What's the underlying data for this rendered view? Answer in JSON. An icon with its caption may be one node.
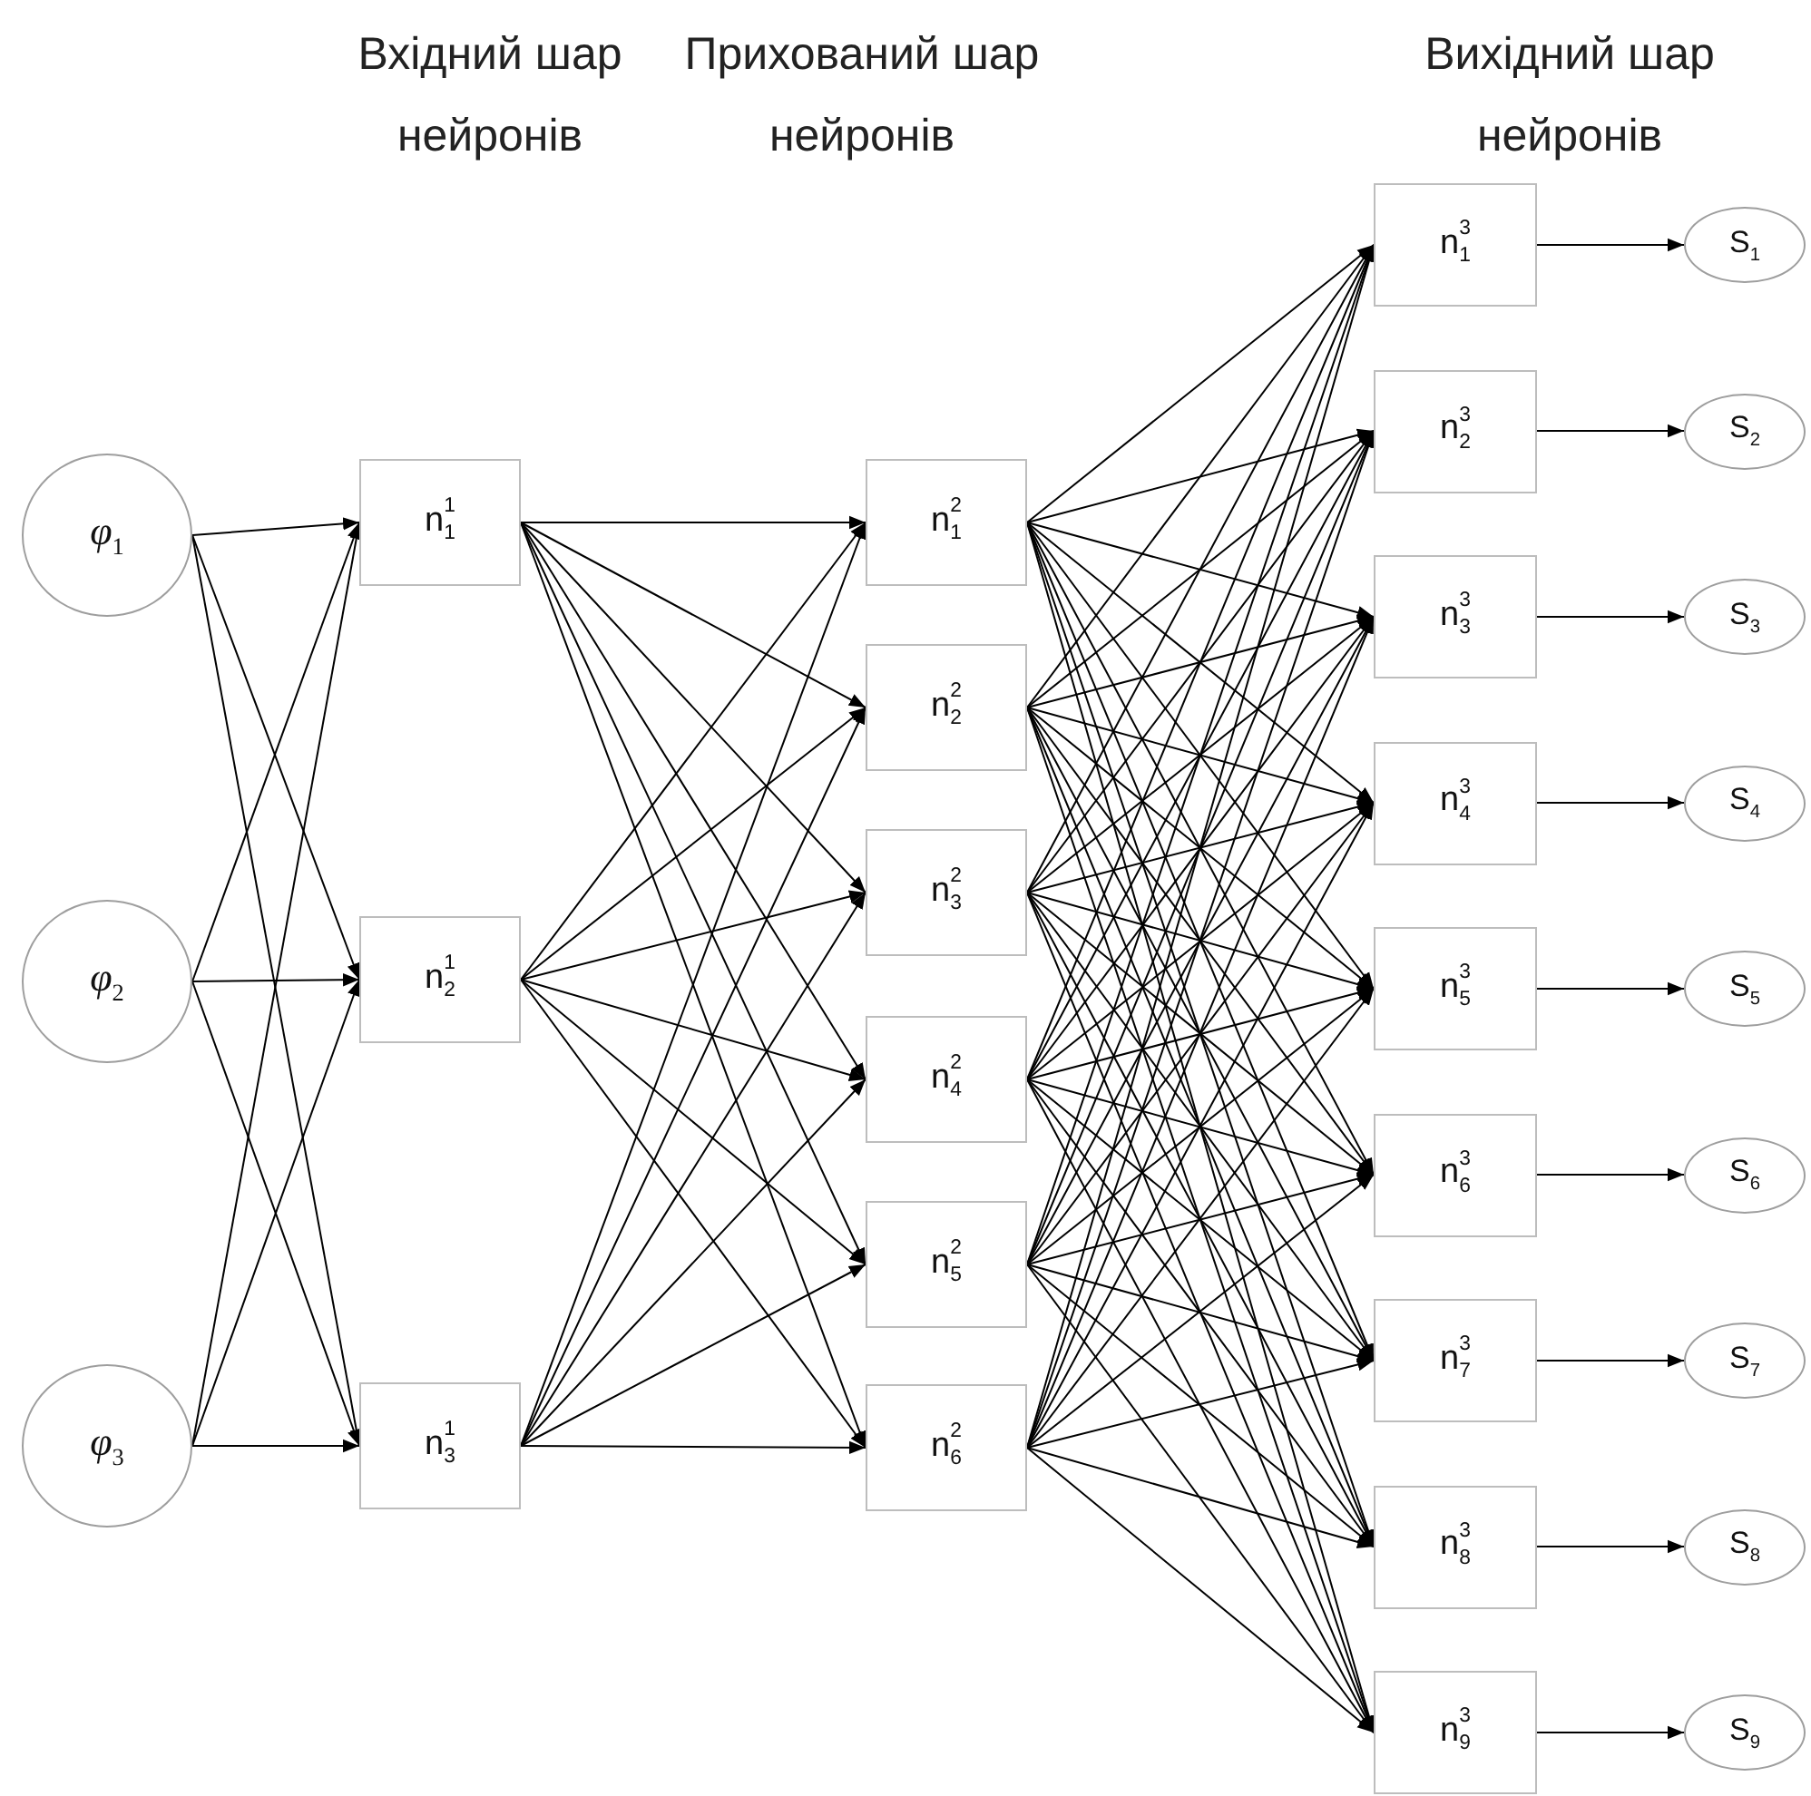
{
  "diagram": {
    "nodes": [
      {
        "text": [
          "φ$_{1}$"
        ]
      },
      {
        "text": [
          "φ$_{2}$"
        ]
      },
      {
        "text": [
          "φ$_{3}$"
        ]
      },
      {
        "text": [
          "n$^{1}$$_{1}$"
        ]
      },
      {
        "text": [
          "n$^{1}$$_{2}$"
        ]
      },
      {
        "text": [
          "n$^{1}$$_{3}$"
        ]
      },
      {
        "text": [
          "n$^{2}$$_{1}$"
        ]
      },
      {
        "text": [
          "n$^{2}$$_{2}$"
        ]
      },
      {
        "text": [
          "n$^{2}$$_{3}$"
        ]
      },
      {
        "text": [
          "n$^{2}$$_{4}$"
        ]
      },
      {
        "text": [
          "n$^{2}$$_{5}$"
        ]
      },
      {
        "text": [
          "n$^{2}$$_{6}$"
        ]
      },
      {
        "text": [
          "n$^{3}$$_{1}$"
        ]
      },
      {
        "text": [
          "n$^{3}$$_{2}$"
        ]
      },
      {
        "text": [
          "n$^{3}$$_{3}$"
        ]
      },
      {
        "text": [
          "n$^{3}$$_{4}$"
        ]
      },
      {
        "text": [
          "n$^{3}$$_{5}$"
        ]
      },
      {
        "text": [
          "n$^{3}$$_{6}$"
        ]
      },
      {
        "text": [
          "n$^{3}$$_{7}$"
        ]
      },
      {
        "text": [
          "n$^{3}$$_{8}$"
        ]
      },
      {
        "text": [
          "n$^{3}$$_{9}$"
        ]
      },
      {
        "text": [
          "S$_{1}$"
        ]
      },
      {
        "text": [
          "S$_{2}$"
        ]
      },
      {
        "text": [
          "S$_{3}$"
        ]
      },
      {
        "text": [
          "S$_{4}$"
        ]
      },
      {
        "text": [
          "S$_{5}$"
        ]
      },
      {
        "text": [
          "S$_{6}$"
        ]
      },
      {
        "text": [
          "S$_{7}$"
        ]
      },
      {
        "text": [
          "S$_{8}$"
        ]
      },
      {
        "text": [
          "S$_{9}$"
        ]
      }
    ],
    "edges": [
      {
        "from": 0,
        "to": 3,
        "arrow": "to"
      },
      {
        "from": 0,
        "to": 4,
        "arrow": "to"
      },
      {
        "from": 0,
        "to": 5,
        "arrow": "to"
      },
      {
        "from": 1,
        "to": 3,
        "arrow": "to"
      },
      {
        "from": 1,
        "to": 4,
        "arrow": "to"
      },
      {
        "from": 1,
        "to": 5,
        "arrow": "to"
      },
      {
        "from": 2,
        "to": 3,
        "arrow": "to"
      },
      {
        "from": 2,
        "to": 4,
        "arrow": "to"
      },
      {
        "from": 2,
        "to": 5,
        "arrow": "to"
      },
      {
        "from": 3,
        "to": 6,
        "arrow": "to"
      },
      {
        "from": 3,
        "to": 7,
        "arrow": "to"
      },
      {
        "from": 3,
        "to": 8,
        "arrow": "to"
      },
      {
        "from": 3,
        "to": 9,
        "arrow": "to"
      },
      {
        "from": 3,
        "to": 10,
        "arrow": "to"
      },
      {
        "from": 3,
        "to": 11,
        "arrow": "to"
      },
      {
        "from": 4,
        "to": 6,
        "arrow": "to"
      },
      {
        "from": 4,
        "to": 7,
        "arrow": "to"
      },
      {
        "from": 4,
        "to": 8,
        "arrow": "to"
      },
      {
        "from": 4,
        "to": 9,
        "arrow": "to"
      },
      {
        "from": 4,
        "to": 10,
        "arrow": "to"
      },
      {
        "from": 4,
        "to": 11,
        "arrow": "to"
      },
      {
        "from": 5,
        "to": 6,
        "arrow": "to"
      },
      {
        "from": 5,
        "to": 7,
        "arrow": "to"
      },
      {
        "from": 5,
        "to": 8,
        "arrow": "to"
      },
      {
        "from": 5,
        "to": 9,
        "arrow": "to"
      },
      {
        "from": 5,
        "to": 10,
        "arrow": "to"
      },
      {
        "from": 5,
        "to": 11,
        "arrow": "to"
      },
      {
        "from": 6,
        "to": 12,
        "arrow": "to"
      },
      {
        "from": 6,
        "to": 13,
        "arrow": "to"
      },
      {
        "from": 6,
        "to": 14,
        "arrow": "to"
      },
      {
        "from": 6,
        "to": 15,
        "arrow": "to"
      },
      {
        "from": 6,
        "to": 16,
        "arrow": "to"
      },
      {
        "from": 6,
        "to": 17,
        "arrow": "to"
      },
      {
        "from": 6,
        "to": 18,
        "arrow": "to"
      },
      {
        "from": 6,
        "to": 19,
        "arrow": "to"
      },
      {
        "from": 6,
        "to": 20,
        "arrow": "to"
      },
      {
        "from": 7,
        "to": 12,
        "arrow": "to"
      },
      {
        "from": 7,
        "to": 13,
        "arrow": "to"
      },
      {
        "from": 7,
        "to": 14,
        "arrow": "to"
      },
      {
        "from": 7,
        "to": 15,
        "arrow": "to"
      },
      {
        "from": 7,
        "to": 16,
        "arrow": "to"
      },
      {
        "from": 7,
        "to": 17,
        "arrow": "to"
      },
      {
        "from": 7,
        "to": 18,
        "arrow": "to"
      },
      {
        "from": 7,
        "to": 19,
        "arrow": "to"
      },
      {
        "from": 7,
        "to": 20,
        "arrow": "to"
      },
      {
        "from": 8,
        "to": 12,
        "arrow": "to"
      },
      {
        "from": 8,
        "to": 13,
        "arrow": "to"
      },
      {
        "from": 8,
        "to": 14,
        "arrow": "to"
      },
      {
        "from": 8,
        "to": 15,
        "arrow": "to"
      },
      {
        "from": 8,
        "to": 16,
        "arrow": "to"
      },
      {
        "from": 8,
        "to": 17,
        "arrow": "to"
      },
      {
        "from": 8,
        "to": 18,
        "arrow": "to"
      },
      {
        "from": 8,
        "to": 19,
        "arrow": "to"
      },
      {
        "from": 8,
        "to": 20,
        "arrow": "to"
      },
      {
        "from": 9,
        "to": 12,
        "arrow": "to"
      },
      {
        "from": 9,
        "to": 13,
        "arrow": "to"
      },
      {
        "from": 9,
        "to": 14,
        "arrow": "to"
      },
      {
        "from": 9,
        "to": 15,
        "arrow": "to"
      },
      {
        "from": 9,
        "to": 16,
        "arrow": "to"
      },
      {
        "from": 9,
        "to": 17,
        "arrow": "to"
      },
      {
        "from": 9,
        "to": 18,
        "arrow": "to"
      },
      {
        "from": 9,
        "to": 19,
        "arrow": "to"
      },
      {
        "from": 9,
        "to": 20,
        "arrow": "to"
      },
      {
        "from": 10,
        "to": 12,
        "arrow": "to"
      },
      {
        "from": 10,
        "to": 13,
        "arrow": "to"
      },
      {
        "from": 10,
        "to": 14,
        "arrow": "to"
      },
      {
        "from": 10,
        "to": 15,
        "arrow": "to"
      },
      {
        "from": 10,
        "to": 16,
        "arrow": "to"
      },
      {
        "from": 10,
        "to": 17,
        "arrow": "to"
      },
      {
        "from": 10,
        "to": 18,
        "arrow": "to"
      },
      {
        "from": 10,
        "to": 19,
        "arrow": "to"
      },
      {
        "from": 10,
        "to": 20,
        "arrow": "to"
      },
      {
        "from": 11,
        "to": 12,
        "arrow": "to"
      },
      {
        "from": 11,
        "to": 13,
        "arrow": "to"
      },
      {
        "from": 11,
        "to": 14,
        "arrow": "to"
      },
      {
        "from": 11,
        "to": 15,
        "arrow": "to"
      },
      {
        "from": 11,
        "to": 16,
        "arrow": "to"
      },
      {
        "from": 11,
        "to": 17,
        "arrow": "to"
      },
      {
        "from": 11,
        "to": 18,
        "arrow": "to"
      },
      {
        "from": 11,
        "to": 19,
        "arrow": "to"
      },
      {
        "from": 11,
        "to": 20,
        "arrow": "to"
      },
      {
        "from": 12,
        "to": 21,
        "arrow": "to"
      },
      {
        "from": 13,
        "to": 22,
        "arrow": "to"
      },
      {
        "from": 14,
        "to": 23,
        "arrow": "to"
      },
      {
        "from": 15,
        "to": 24,
        "arrow": "to"
      },
      {
        "from": 16,
        "to": 25,
        "arrow": "to"
      },
      {
        "from": 17,
        "to": 26,
        "arrow": "to"
      },
      {
        "from": 18,
        "to": 27,
        "arrow": "to"
      },
      {
        "from": 19,
        "to": 28,
        "arrow": "to"
      },
      {
        "from": 20,
        "to": 29,
        "arrow": "to"
      }
    ],
    "labels": [
      "Вхідний шар нейронів",
      "Прихований шар нейронів",
      "Вихідний шар нейронів"
    ]
  }
}
